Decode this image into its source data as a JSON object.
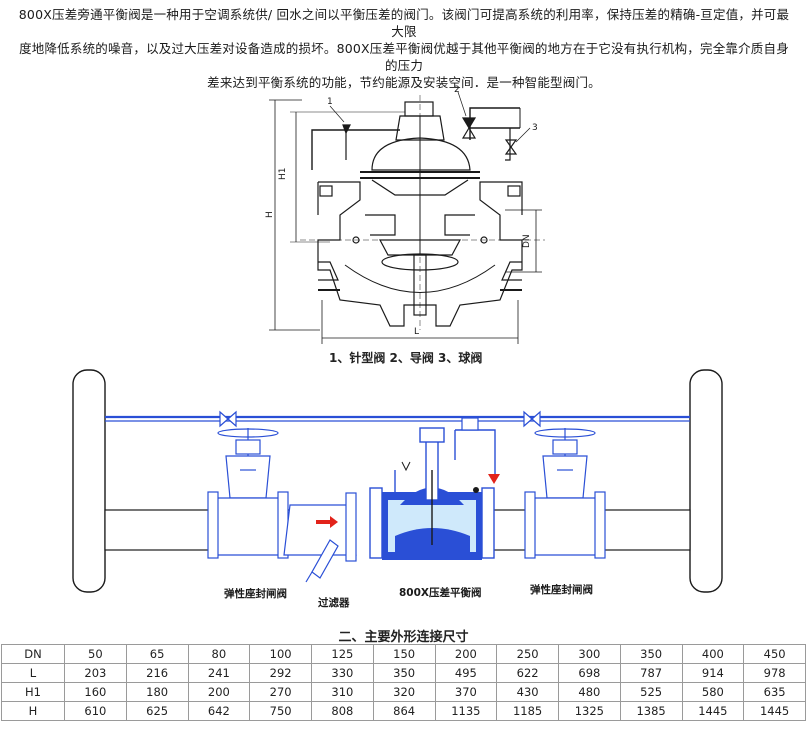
{
  "intro": {
    "line1": "800X压差旁通平衡阀是一种用于空调系统供/ 回水之间以平衡压差的阀门。该阀门可提高系统的利用率，保持压差的精确-亘定值，并可最大限",
    "line2": "度地降低系统的噪音，以及过大压差对设备造成的损坏。800X压差平衡阀优越于其他平衡阀的地方在于它没有执行机构，完全靠介质自身的压力",
    "line3": "差来达到平衡系统的功能，节约能源及安装空间．是一种智能型阀门。"
  },
  "drawing": {
    "labels": {
      "n1": "1",
      "n2": "2",
      "n3": "3",
      "h1": "H1",
      "h": "H",
      "dn": "DN",
      "l": "L"
    },
    "caption": "1、针型阀  2、导阀  3、球阀"
  },
  "install": {
    "gate_left": "弹性座封闸阀",
    "strainer": "过滤器",
    "main_valve": "800X压差平衡阀",
    "gate_right": "弹性座封闸阀"
  },
  "dims": {
    "title": "二、主要外形连接尺寸",
    "rows": [
      {
        "label": "DN",
        "values": [
          "50",
          "65",
          "80",
          "100",
          "125",
          "150",
          "200",
          "250",
          "300",
          "350",
          "400",
          "450"
        ]
      },
      {
        "label": "L",
        "values": [
          "203",
          "216",
          "241",
          "292",
          "330",
          "350",
          "495",
          "622",
          "698",
          "787",
          "914",
          "978"
        ]
      },
      {
        "label": "H1",
        "values": [
          "160",
          "180",
          "200",
          "270",
          "310",
          "320",
          "370",
          "430",
          "480",
          "525",
          "580",
          "635"
        ]
      },
      {
        "label": "H",
        "values": [
          "610",
          "625",
          "642",
          "750",
          "808",
          "864",
          "1135",
          "1185",
          "1325",
          "1385",
          "1445",
          "1445"
        ]
      }
    ]
  },
  "colors": {
    "pipe_blue": "#2a4fd6",
    "line_dark": "#1a1a1a",
    "arrow": "#e2231a",
    "water": "#cfe9fb"
  }
}
